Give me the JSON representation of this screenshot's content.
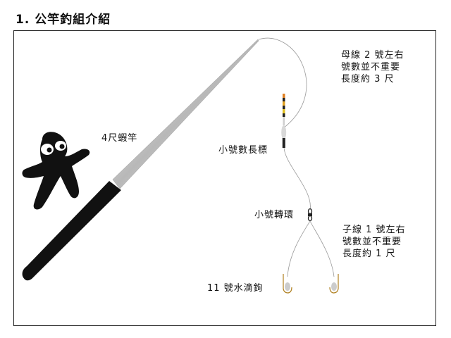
{
  "title": "1. 公竿釣組介紹",
  "labels": {
    "rod": "4尺蝦竿",
    "float": "小號數長標",
    "swivel": "小號轉環",
    "hook": "11 號水滴鉤",
    "mainline": [
      "母線 2 號左右",
      "號數並不重要",
      "長度約 3 尺"
    ],
    "leader": [
      "子線 1 號左右",
      "號數並不重要",
      "長度約 1 尺"
    ]
  }
}
